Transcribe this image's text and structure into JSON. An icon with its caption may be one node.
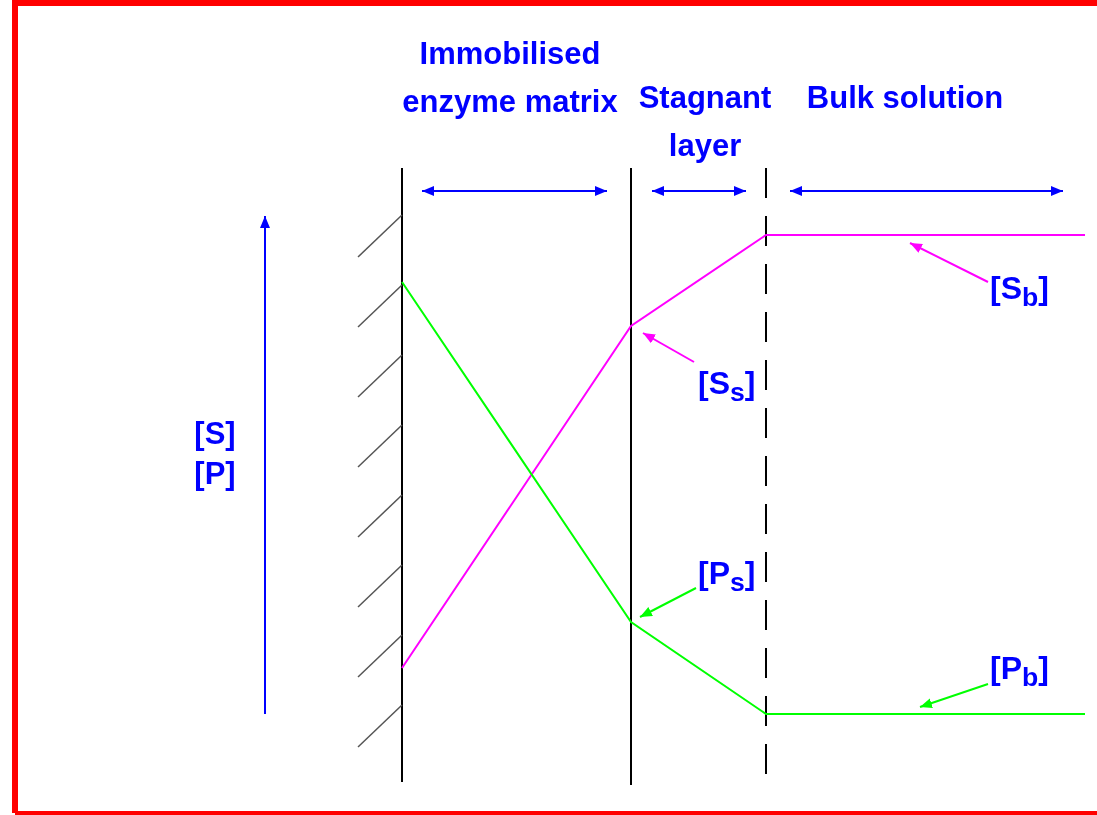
{
  "diagram": {
    "nodes": [
      {
        "text": [
          "[S$_{b}$]"
        ]
      },
      {
        "text": [
          "[S$_{s}$]"
        ]
      },
      {
        "text": [
          "[P$_{s}$]"
        ]
      },
      {
        "text": [
          "[P$_{b}$]"
        ]
      }
    ],
    "edges": [
      {
        "from": 0,
        "to": null,
        "arrow": "to",
        "color": "#ff00ff"
      },
      {
        "from": 1,
        "to": null,
        "arrow": "to",
        "color": "#ff00ff"
      },
      {
        "from": 2,
        "to": null,
        "arrow": "to",
        "color": "#00ff00"
      },
      {
        "from": 3,
        "to": null,
        "arrow": "to",
        "color": "#00ff00"
      }
    ],
    "labels": [
      "Immobilised enzyme matrix",
      "Stagnant layer",
      "Bulk solution",
      "[S] [P]"
    ]
  }
}
